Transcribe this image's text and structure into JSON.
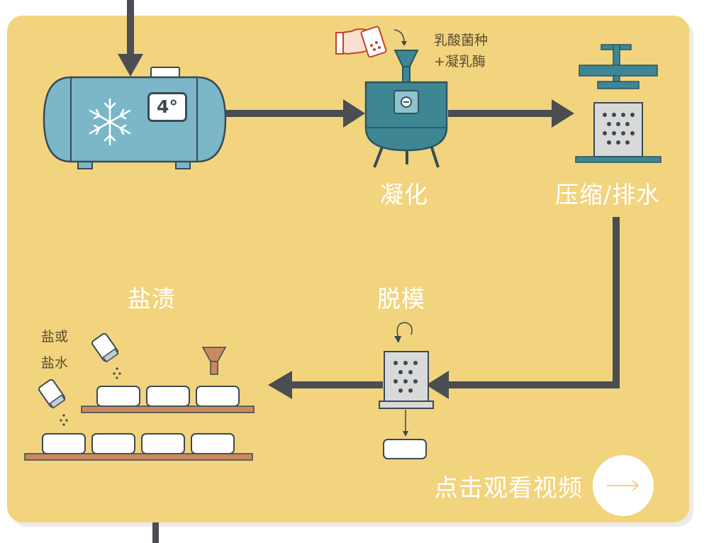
{
  "steps": {
    "coagulation": "凝化",
    "press": "压缩/排水",
    "demold": "脱模",
    "salting": "盐渍"
  },
  "annotations": {
    "starter_line1": "乳酸菌种",
    "starter_line2": "+凝乳酶",
    "salt_line1": "盐或",
    "salt_line2": "盐水"
  },
  "tank": {
    "temperature": "4°"
  },
  "video": {
    "label": "点击观看视频"
  },
  "icons": [
    "snowflake-icon",
    "hand-packet-icon",
    "funnel-icon",
    "press-icon",
    "mold-icon",
    "salt-shaker-icon",
    "arrow-right-icon"
  ],
  "colors": {
    "card": "#f2d47e",
    "flow_arrow": "#4a4d52",
    "tank": "#7bb7c8",
    "vat": "#3e8693",
    "shelf": "#c98a5e"
  }
}
